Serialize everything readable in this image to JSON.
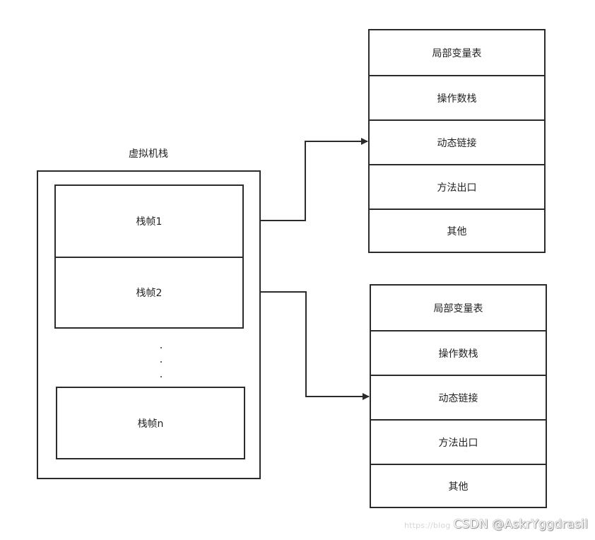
{
  "stack": {
    "title": "虚拟机栈",
    "frames": [
      "栈帧1",
      "栈帧2",
      "栈帧n"
    ],
    "ellipsis": [
      "·",
      "·",
      "·"
    ]
  },
  "frame_details": [
    {
      "rows": [
        "局部变量表",
        "操作数栈",
        "动态链接",
        "方法出口",
        "其他"
      ]
    },
    {
      "rows": [
        "局部变量表",
        "操作数栈",
        "动态链接",
        "方法出口",
        "其他"
      ]
    }
  ],
  "watermark": {
    "url": "https://blog",
    "text": "CSDN @AskrYggdrasil"
  }
}
